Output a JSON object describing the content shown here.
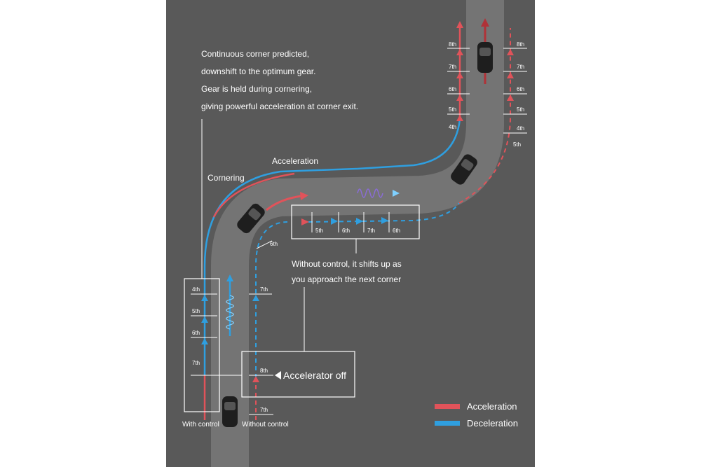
{
  "annotation": {
    "line1": "Continuous corner predicted,",
    "line2": "downshift to the optimum gear.",
    "line3": "Gear is held during cornering,",
    "line4": "giving powerful acceleration at corner exit."
  },
  "labels": {
    "cornering": "Cornering",
    "acceleration": "Acceleration",
    "without_control_note_1": "Without control, it shifts up as",
    "without_control_note_2": "you approach the next corner",
    "accelerator_off": "Accelerator off",
    "with_control": "With control",
    "without_control": "Without control"
  },
  "gears": {
    "with_bottom_4": "4th",
    "with_bottom_5": "5th",
    "with_bottom_6": "6th",
    "with_bottom_7": "7th",
    "without_bottom_7_top": "7th",
    "without_bottom_8": "8th",
    "without_bottom_7_low": "7th",
    "without_corner_6": "6th",
    "mid_5": "5th",
    "mid_6a": "6th",
    "mid_7": "7th",
    "mid_6b": "6th",
    "with_top_8": "8th",
    "with_top_7": "7th",
    "with_top_6": "6th",
    "with_top_5": "5th",
    "with_top_4": "4th",
    "without_top_8": "8th",
    "without_top_7": "7th",
    "without_top_6": "6th",
    "without_top_5": "5th",
    "without_top_4": "4th",
    "without_top_5b": "5th"
  },
  "legend": {
    "acceleration": "Acceleration",
    "deceleration": "Deceleration"
  },
  "colors": {
    "background": "#595959",
    "road": "#727272",
    "acceleration": "#e0535a",
    "deceleration": "#2f9fe0",
    "text": "#ffffff"
  }
}
